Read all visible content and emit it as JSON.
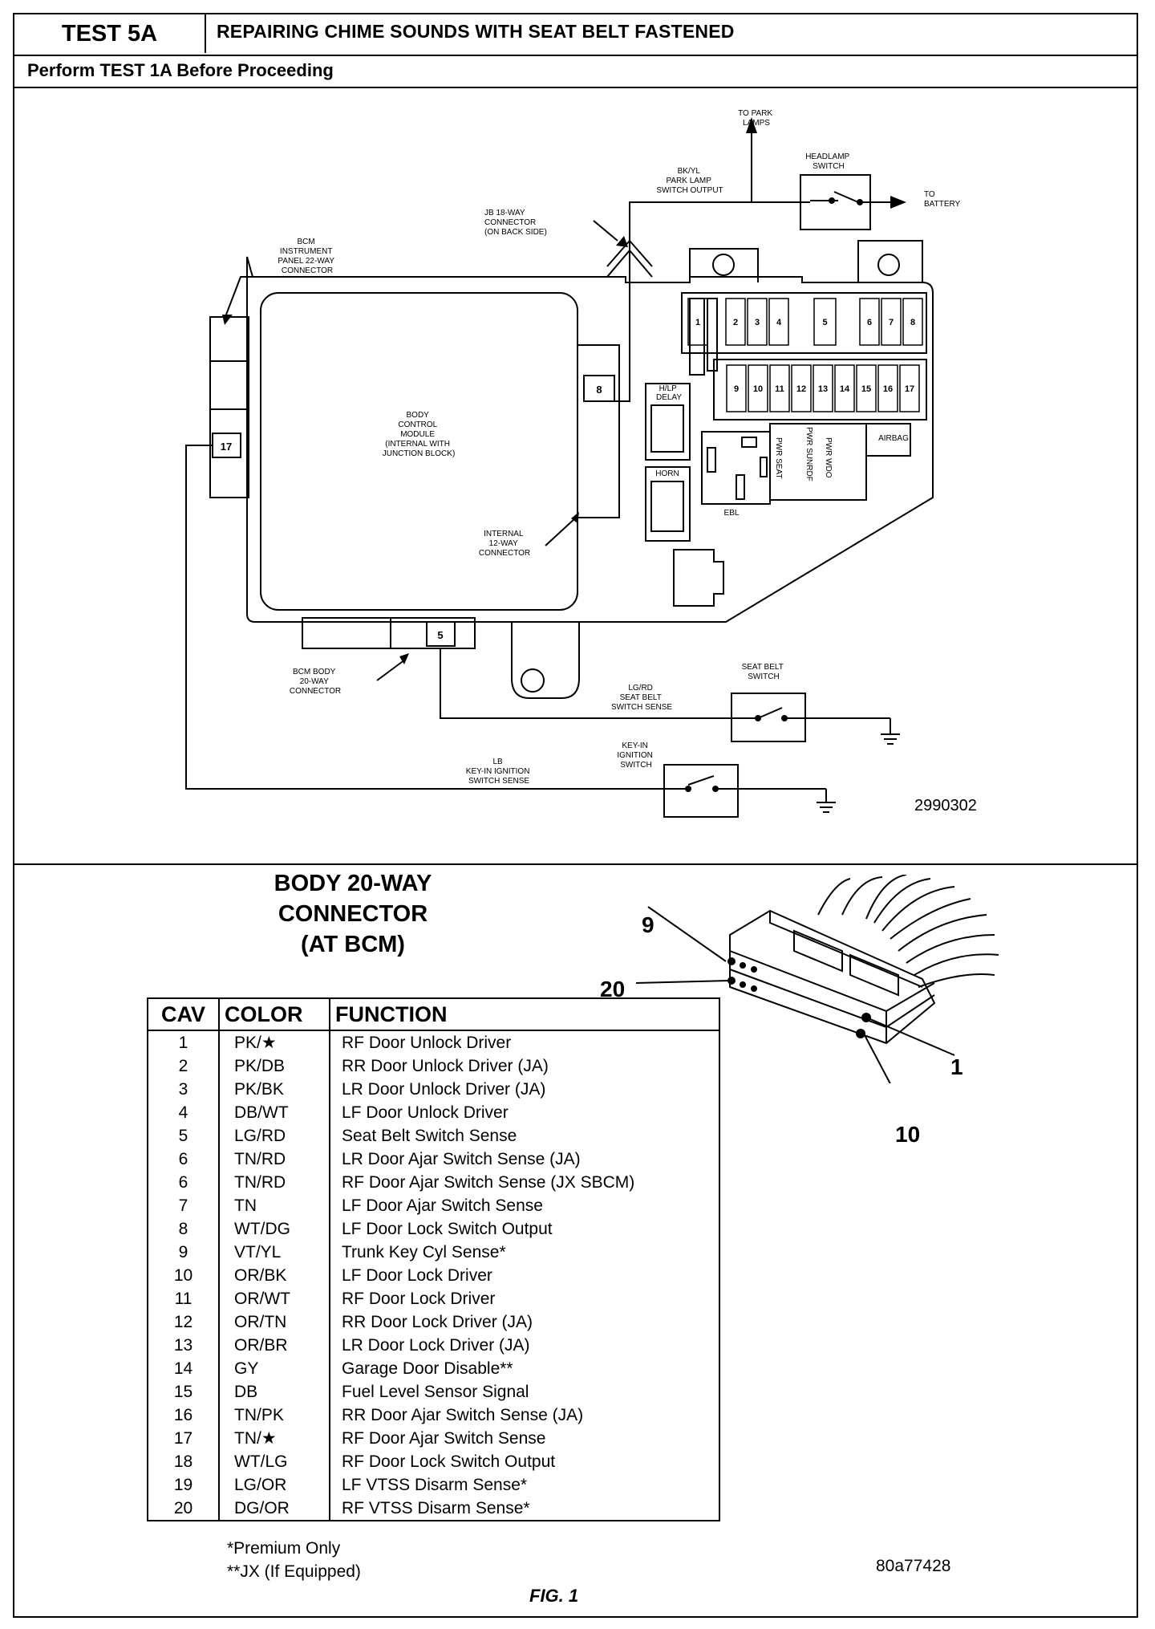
{
  "header": {
    "test_id": "TEST 5A",
    "title": "REPAIRING CHIME SOUNDS WITH SEAT BELT FASTENED",
    "subtitle": "Perform TEST 1A Before Proceeding"
  },
  "schematic": {
    "to_park_lamps": [
      "TO PARK",
      "LAMPS"
    ],
    "headlamp_switch": [
      "HEADLAMP",
      "SWITCH"
    ],
    "to_battery": [
      "TO",
      "BATTERY"
    ],
    "park_lamp_wire": [
      "BK/YL",
      "PARK LAMP",
      "SWITCH OUTPUT"
    ],
    "jb_connector": [
      "JB 18-WAY",
      "CONNECTOR",
      "(ON BACK SIDE)"
    ],
    "bcm_ip_connector": [
      "BCM",
      "INSTRUMENT",
      "PANEL 22-WAY",
      "CONNECTOR"
    ],
    "bcm_module": [
      "BODY",
      "CONTROL",
      "MODULE",
      "(INTERNAL WITH",
      "JUNCTION BLOCK)"
    ],
    "internal_connector": [
      "INTERNAL",
      "12-WAY",
      "CONNECTOR"
    ],
    "bcm_body_connector": [
      "BCM BODY",
      "20-WAY",
      "CONNECTOR"
    ],
    "seat_belt_wire": [
      "LG/RD",
      "SEAT BELT",
      "SWITCH SENSE"
    ],
    "seat_belt_switch": [
      "SEAT BELT",
      "SWITCH"
    ],
    "key_in_wire": [
      "LB",
      "KEY-IN IGNITION",
      "SWITCH SENSE"
    ],
    "key_in_switch": [
      "KEY-IN",
      "IGNITION",
      "SWITCH"
    ],
    "pin_8": "8",
    "pin_17": "17",
    "pin_5": "5",
    "fuses_top": [
      "1",
      "2",
      "3",
      "4",
      "5",
      "6",
      "7",
      "8"
    ],
    "fuses_bottom": [
      "9",
      "10",
      "11",
      "12",
      "13",
      "14",
      "15",
      "16",
      "17"
    ],
    "relay_hlp_delay": [
      "H/LP",
      "DELAY"
    ],
    "relay_horn": "HORN",
    "relay_ebl": "EBL",
    "relay_airbag": "AIRBAG",
    "relay_pwr_seat": "PWR SEAT",
    "relay_pwr_sunrdf": "PWR SUNRDF",
    "relay_pwr_wdo": "PWR WDO",
    "figure_id": "2990302"
  },
  "connector": {
    "title_lines": [
      "BODY 20-WAY",
      "CONNECTOR",
      "(AT BCM)"
    ],
    "pin_labels": {
      "p9": "9",
      "p20": "20",
      "p1": "1",
      "p10": "10"
    },
    "table": {
      "headers": [
        "CAV",
        "COLOR",
        "FUNCTION"
      ],
      "rows": [
        [
          "1",
          "PK/★",
          "RF Door Unlock Driver"
        ],
        [
          "2",
          "PK/DB",
          "RR Door Unlock Driver (JA)"
        ],
        [
          "3",
          "PK/BK",
          "LR Door Unlock Driver (JA)"
        ],
        [
          "4",
          "DB/WT",
          "LF Door Unlock Driver"
        ],
        [
          "5",
          "LG/RD",
          "Seat Belt Switch Sense"
        ],
        [
          "6",
          "TN/RD",
          "LR Door Ajar Switch Sense (JA)"
        ],
        [
          "6",
          "TN/RD",
          "RF Door Ajar Switch Sense (JX SBCM)"
        ],
        [
          "7",
          "TN",
          "LF Door Ajar Switch Sense"
        ],
        [
          "8",
          "WT/DG",
          "LF Door Lock Switch Output"
        ],
        [
          "9",
          "VT/YL",
          "Trunk Key Cyl Sense*"
        ],
        [
          "10",
          "OR/BK",
          "LF Door Lock Driver"
        ],
        [
          "11",
          "OR/WT",
          "RF Door Lock Driver"
        ],
        [
          "12",
          "OR/TN",
          "RR Door Lock Driver (JA)"
        ],
        [
          "13",
          "OR/BR",
          "LR Door Lock Driver (JA)"
        ],
        [
          "14",
          "GY",
          "Garage Door Disable**"
        ],
        [
          "15",
          "DB",
          "Fuel Level Sensor Signal"
        ],
        [
          "16",
          "TN/PK",
          "RR Door Ajar Switch Sense (JA)"
        ],
        [
          "17",
          "TN/★",
          "RF Door Ajar Switch Sense"
        ],
        [
          "18",
          "WT/LG",
          "RF Door Lock Switch Output"
        ],
        [
          "19",
          "LG/OR",
          "LF VTSS Disarm Sense*"
        ],
        [
          "20",
          "DG/OR",
          "RF VTSS Disarm Sense*"
        ]
      ]
    },
    "notes": [
      "*Premium Only",
      "**JX (If Equipped)"
    ],
    "figure_id": "80a77428",
    "caption": "FIG. 1"
  }
}
